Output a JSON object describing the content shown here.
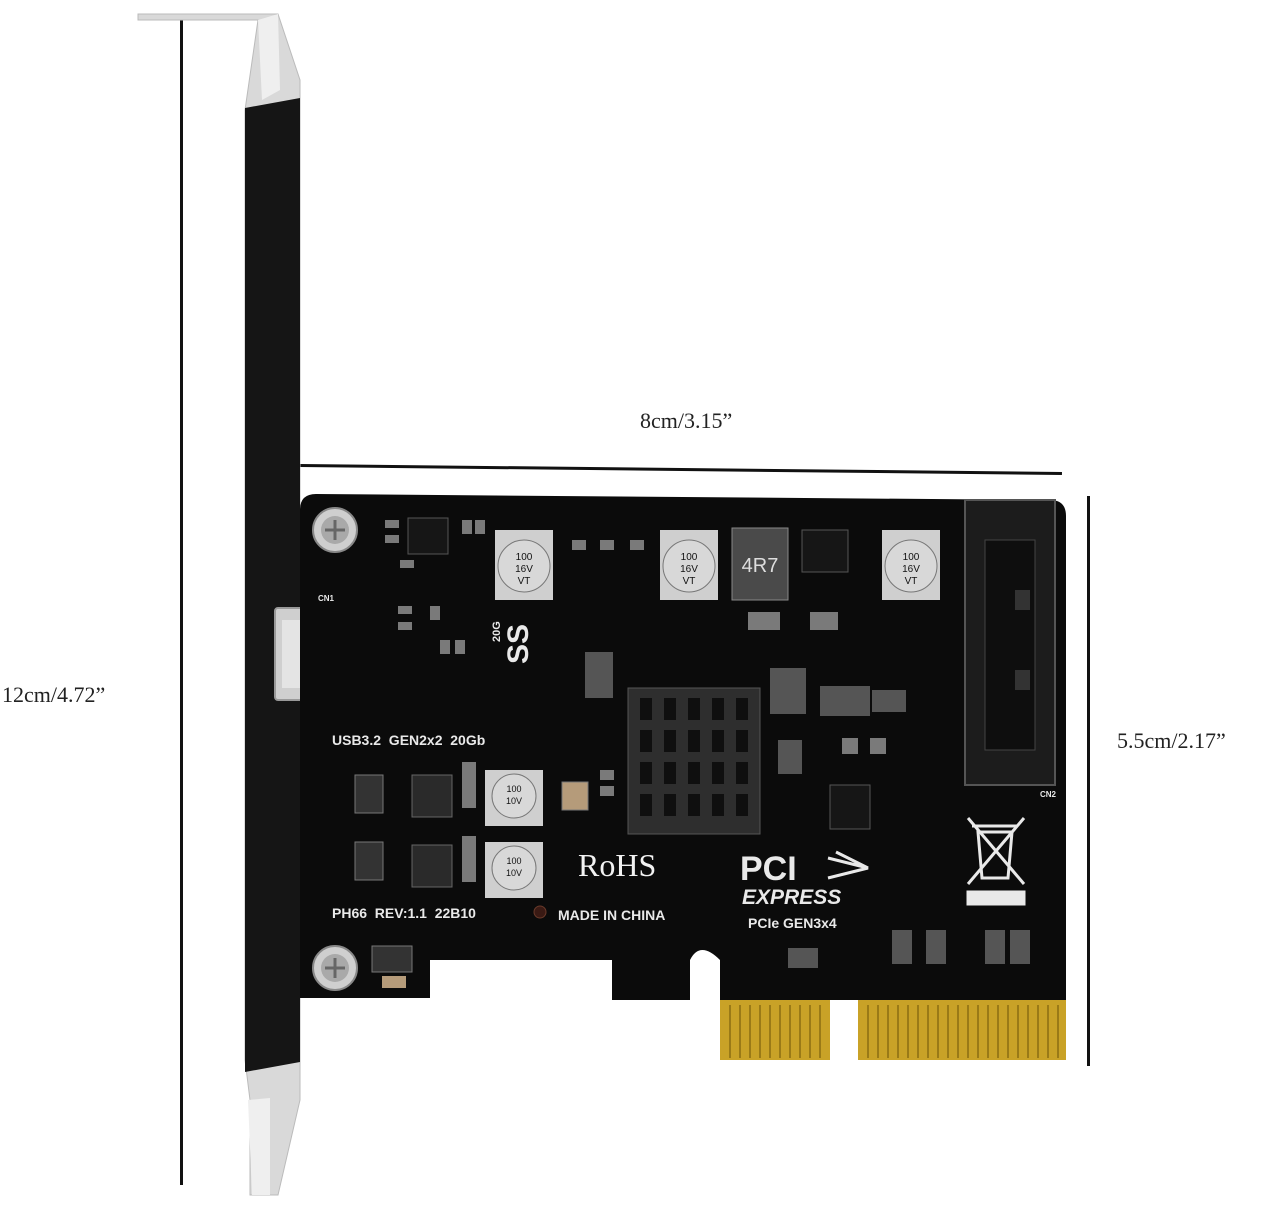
{
  "dimensions": {
    "width": "8cm/3.15”",
    "height_board": "5.5cm/2.17”",
    "height_bracket": "12cm/4.72”"
  },
  "silkscreen": {
    "usb_spec": "USB3.2  GEN2x2  20Gb",
    "usb_speed": "20G",
    "ss_logo": "SS",
    "rohs": "RoHS",
    "revision": "PH66  REV:1.1  22B10",
    "origin": "MADE IN CHINA",
    "pci_logo": "PCI",
    "express_logo": "EXPRESS",
    "pcie_gen": "PCIe GEN3x4",
    "cap_marking_1": "100",
    "cap_marking_2": "16V",
    "cap_marking_3": "VT",
    "inductor_marking": "4R7",
    "small_cap_marking_1": "100",
    "small_cap_marking_2": "10V",
    "connector_cn1": "CN1",
    "connector_cn2": "CN2"
  },
  "colors": {
    "pcb": "#0b0b0b",
    "gold_contacts": "#c9a227",
    "bracket": "#151515"
  }
}
